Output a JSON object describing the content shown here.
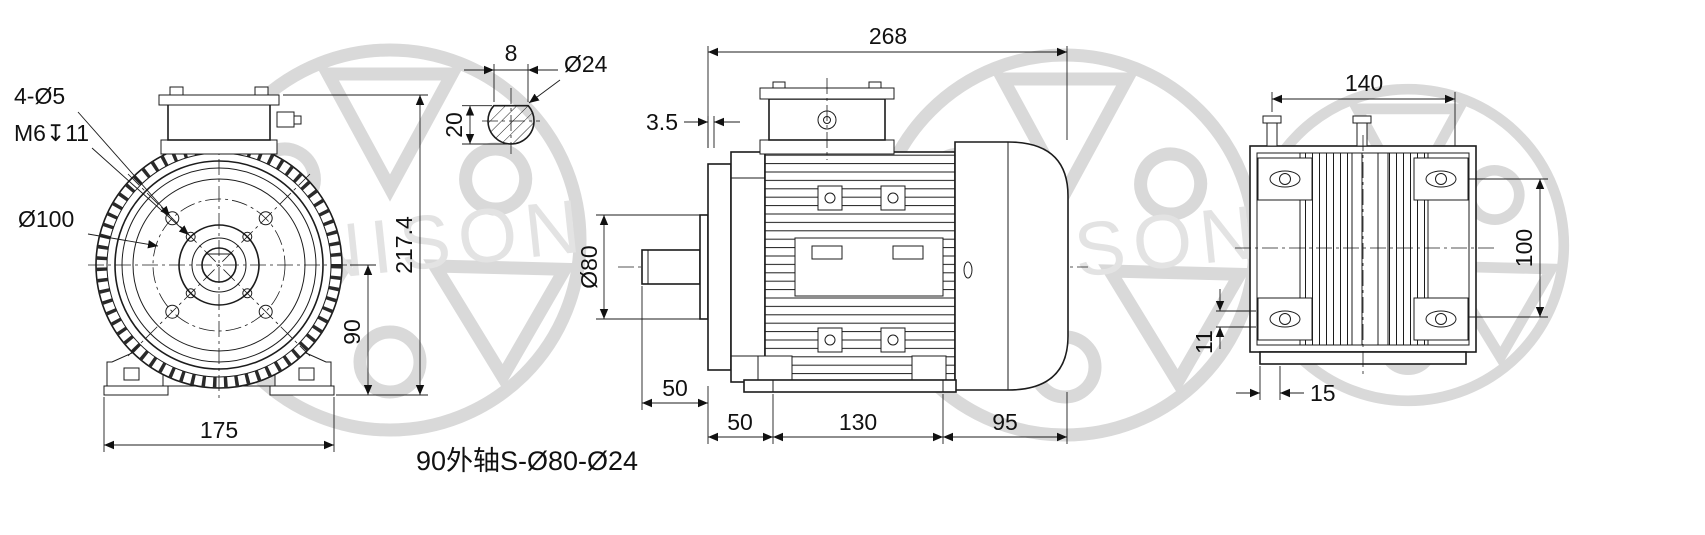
{
  "drawing": {
    "caption": "90外轴S-Ø80-Ø24",
    "watermark_text": "SHNISON",
    "front_view": {
      "dim_holes": "4-Ø5",
      "dim_tap": "M6↧11",
      "dim_bolt_circle": "Ø100",
      "dim_center_height": "90",
      "dim_overall_height": "217.4",
      "dim_foot_width": "175"
    },
    "shaft_detail": {
      "dim_key_width": "8",
      "dim_key_depth": "20",
      "dim_shaft_dia": "Ø24"
    },
    "side_view": {
      "dim_overall_length": "268",
      "dim_flange_thickness": "3.5",
      "dim_spigot_dia": "Ø80",
      "dim_shaft_length": "50",
      "dim_foot_front": "50",
      "dim_foot_span": "130",
      "dim_rear_length": "95"
    },
    "rear_view": {
      "dim_top_width": "140",
      "dim_side_height": "100",
      "dim_slot_width": "11",
      "dim_slot_offset": "15"
    }
  }
}
